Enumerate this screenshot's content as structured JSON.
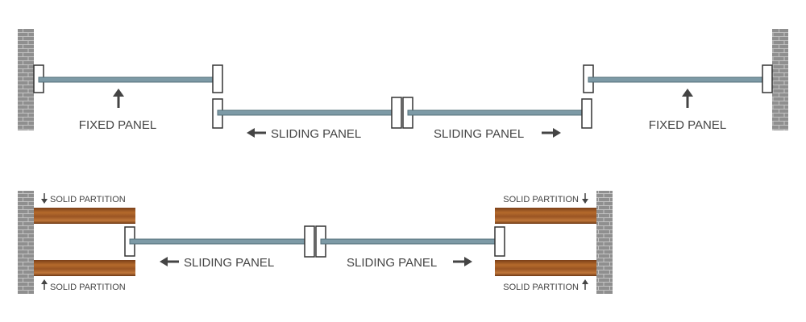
{
  "colors": {
    "brick": "#8f8f8f",
    "mortar": "#c4c4c4",
    "glass": "#7d9aa6",
    "glass_edge": "#55707b",
    "frame": "#333333",
    "arrow": "#444444",
    "wood_light": "#b56a2c",
    "wood_dark": "#6e3815"
  },
  "top_diagram": {
    "left_fixed_label": "FIXED PANEL",
    "left_sliding_label": "SLIDING PANEL",
    "right_sliding_label": "SLIDING PANEL",
    "right_fixed_label": "FIXED PANEL",
    "icons": [
      "up-arrow-icon",
      "left-arrow-icon",
      "right-arrow-icon"
    ]
  },
  "bottom_diagram": {
    "left_sliding_label": "SLIDING PANEL",
    "right_sliding_label": "SLIDING PANEL",
    "partition_label": "SOLID PARTITION",
    "icons": [
      "down-arrow-icon",
      "up-arrow-icon",
      "left-arrow-icon",
      "right-arrow-icon"
    ]
  }
}
